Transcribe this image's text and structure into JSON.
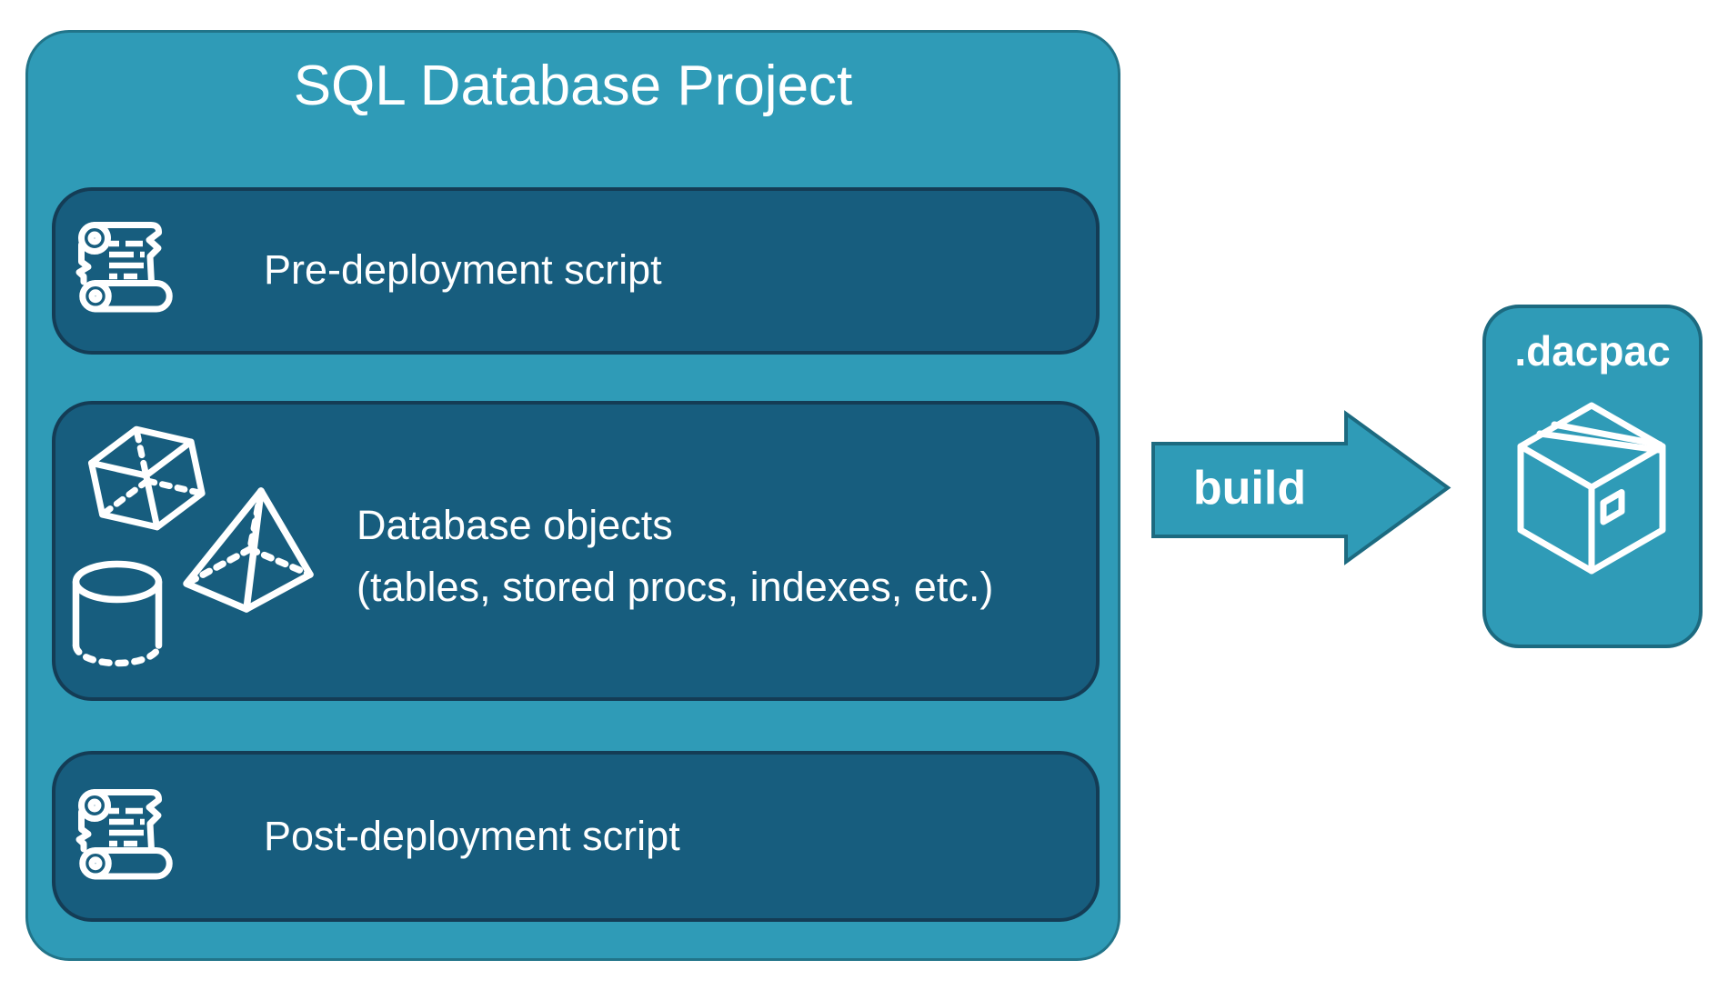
{
  "diagram": {
    "project": {
      "title": "SQL Database Project",
      "rows": [
        {
          "label": "Pre-deployment script",
          "icon": "scroll-icon"
        },
        {
          "label": "Database objects",
          "sublabel": "(tables, stored procs, indexes, etc.)",
          "icons": [
            "cube-icon",
            "pyramid-icon",
            "cylinder-icon"
          ]
        },
        {
          "label": "Post-deployment script",
          "icon": "scroll-icon"
        }
      ]
    },
    "build_arrow": {
      "label": "build",
      "icon": "right-arrow-shape"
    },
    "artifact": {
      "label": ".dacpac",
      "icon": "package-icon"
    }
  },
  "colors": {
    "light_teal": "#2F9BB7",
    "dark_teal": "#175D7E",
    "outer_border": "#217489",
    "inner_border": "#143C55",
    "arrow_border": "#1C6A80",
    "text": "#FFFFFF"
  }
}
